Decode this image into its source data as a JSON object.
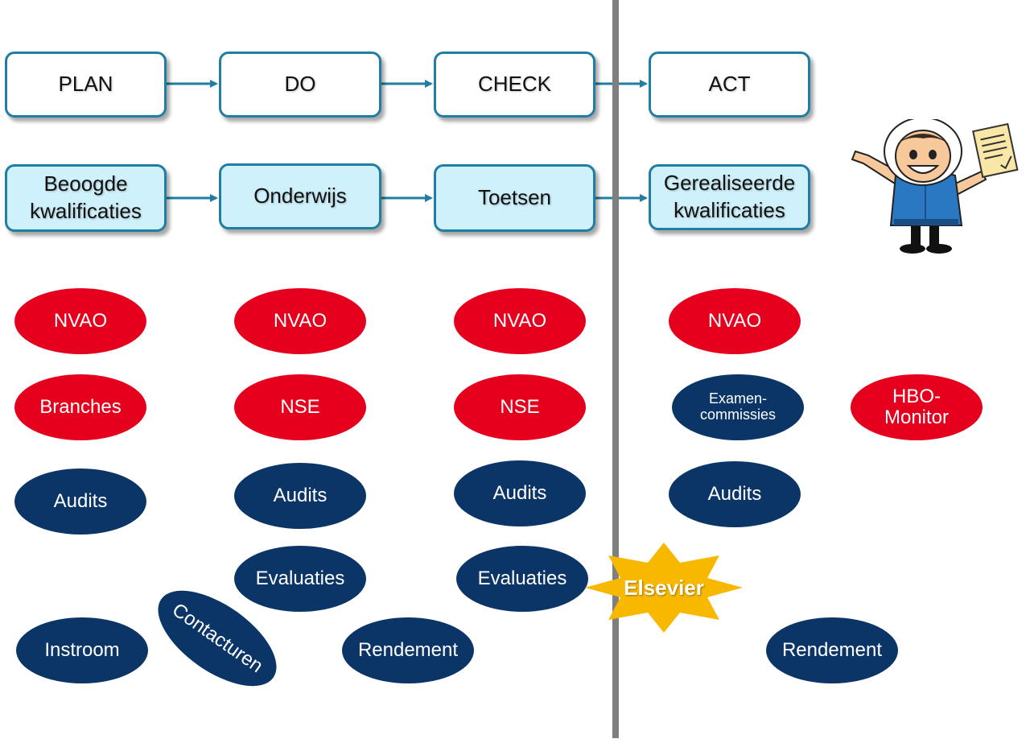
{
  "pdca": [
    "PLAN",
    "DO",
    "CHECK",
    "ACT"
  ],
  "phases": [
    "Beoogde kwalificaties",
    "Onderwijs",
    "Toetsen",
    "Gerealiseerde kwalificaties"
  ],
  "ovals": {
    "nvao": "NVAO",
    "branches": "Branches",
    "nse": "NSE",
    "examen": "Examen-\ncommissies",
    "hbo": "HBO-\nMonitor",
    "audits": "Audits",
    "evaluaties": "Evaluaties",
    "instroom": "Instroom",
    "contacturen": "Contacturen",
    "rendement": "Rendement"
  },
  "star_label": "Elsevier",
  "colors": {
    "box_border": "#1f7ea1",
    "box_light_fill": "#cff1fb",
    "red": "#e5001e",
    "navy": "#0b3566",
    "star": "#f9b800",
    "divider": "#7f7f7f"
  },
  "icons": {
    "mascot": "cartoon-inspector-with-checklist-icon"
  }
}
